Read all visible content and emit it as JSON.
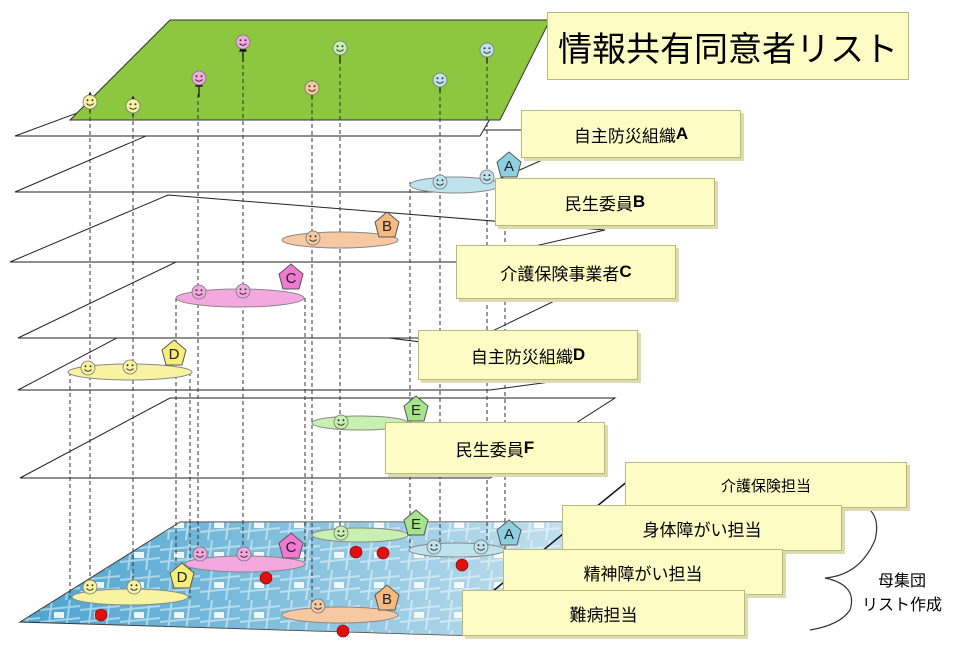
{
  "title": "情報共有同意者リスト",
  "layers": [
    {
      "id": "A",
      "name": "自主防災組織",
      "letter": "A",
      "color": "#bfe3ec"
    },
    {
      "id": "B",
      "name": "民生委員",
      "letter": "B",
      "color": "#f6c9a2"
    },
    {
      "id": "C",
      "name": "介護保険事業者",
      "letter": "C",
      "color": "#f3a9df"
    },
    {
      "id": "D",
      "name": "自主防災組織",
      "letter": "D",
      "color": "#f7f3a0"
    },
    {
      "id": "E",
      "name": "民生委員",
      "letter": "F",
      "color": "#c8f0b0"
    }
  ],
  "base_letters": [
    "A",
    "B",
    "C",
    "D",
    "E"
  ],
  "departments": [
    "介護保険担当",
    "身体障がい担当",
    "精神障がい担当",
    "難病担当"
  ],
  "population_label": [
    "母集団",
    "リスト作成"
  ],
  "colors": {
    "top_plane": "#8dc63f",
    "map_base": "#3a8fbf",
    "label_bg": "#fdfcc4",
    "flag_red": "#e01010"
  }
}
